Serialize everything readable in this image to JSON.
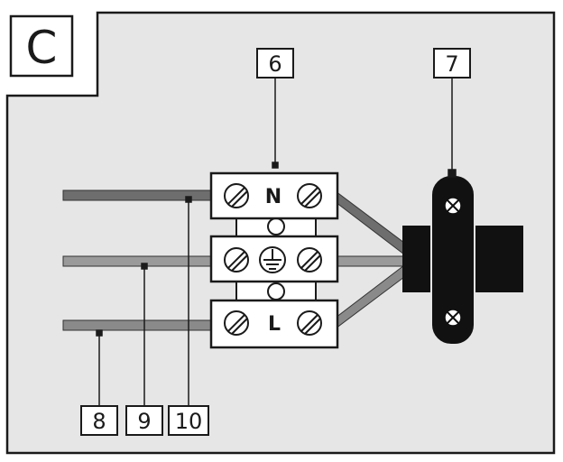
{
  "panel": {
    "letter": "C"
  },
  "terminals": {
    "neutral_label": "N",
    "live_label": "L",
    "earth_symbol": "earth-ground-icon"
  },
  "callouts": {
    "c6": "6",
    "c7": "7",
    "c8": "8",
    "c9": "9",
    "c10": "10"
  },
  "colors": {
    "background": "#e6e6e6",
    "outline": "#1a1a1a",
    "wire": "#6e6e6e",
    "clamp": "#111111"
  }
}
